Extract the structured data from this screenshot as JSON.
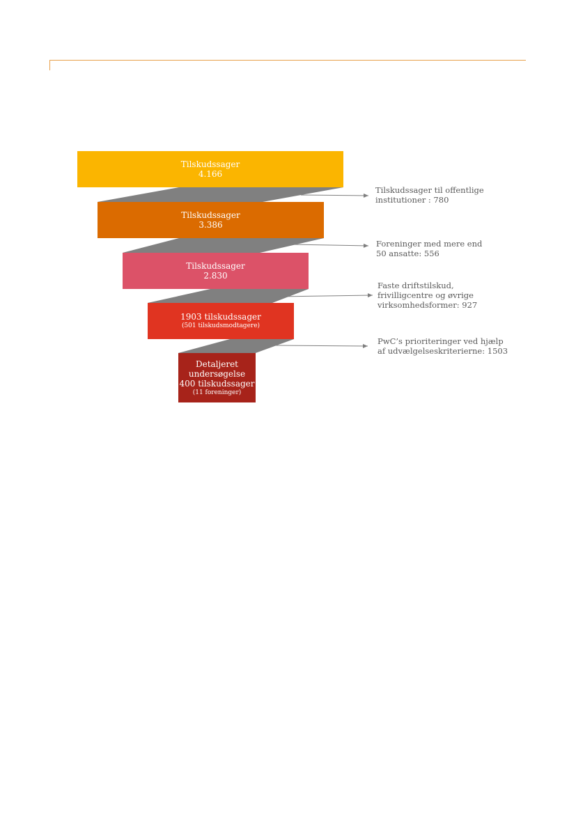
{
  "funnel": {
    "level1": {
      "line1": "Tilskudssager",
      "line2": "4.166",
      "color": "#fbb500"
    },
    "level2": {
      "line1": "Tilskudssager",
      "line2": "3.386",
      "color": "#db6b00"
    },
    "level3": {
      "line1": "Tilskudssager",
      "line2": "2.830",
      "color": "#dc5268"
    },
    "level4": {
      "line1": "1903 tilskudssager",
      "line2": "(501 tilskudsmodtagere)",
      "color": "#e03421"
    },
    "level5": {
      "line1": "Detaljeret",
      "line2": "undersøgelse",
      "line3": "400 tilskudssager",
      "line4": "(11 foreninger)",
      "color": "#a7231a"
    },
    "connector_color": "#808080"
  },
  "annotations": {
    "a1": {
      "line1": "Tilskudssager til offentlige",
      "line2": "institutioner : 780"
    },
    "a2": {
      "line1": "Foreninger med mere end",
      "line2": "50 ansatte: 556"
    },
    "a3": {
      "line1": "Faste driftstilskud,",
      "line2": "frivilligcentre og øvrige",
      "line3": "virksomhedsformer: 927"
    },
    "a4": {
      "line1": "PwC’s prioriteringer ved hjælp",
      "line2": "af udvælgelseskriterierne: 1503"
    }
  }
}
